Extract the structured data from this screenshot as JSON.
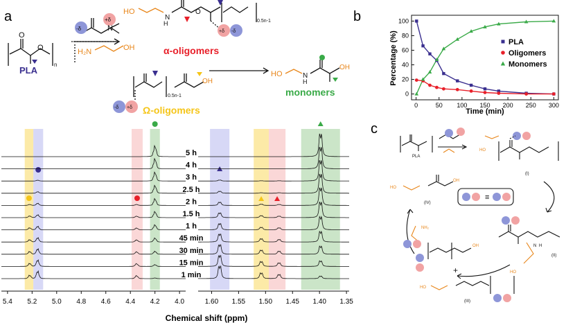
{
  "panels": {
    "a": "a",
    "b": "b",
    "c": "c"
  },
  "scheme_a": {
    "pla": "PLA",
    "alpha": "α-oligomers",
    "omega": "Ω-oligomers",
    "monomers": "monomers",
    "h2n": "H₂N",
    "oh": "OH",
    "ho": "HO",
    "n": "N",
    "h": "H",
    "o": "O",
    "sub_n": "n",
    "sub_05n1": "0.5n-1",
    "neg": "-δ",
    "pos": "+δ"
  },
  "chart_data": [
    {
      "type": "scatter",
      "xlabel": "Time (min)",
      "ylabel": "Percentage (%)",
      "xlim": [
        -10,
        310
      ],
      "ylim": [
        -8,
        108
      ],
      "xticks": [
        0,
        50,
        100,
        150,
        200,
        250,
        300
      ],
      "yticks": [
        0,
        20,
        40,
        60,
        80,
        100
      ],
      "legend_position": "right",
      "series": [
        {
          "name": "PLA",
          "color": "#3a2f8f",
          "marker": "square",
          "x": [
            1,
            15,
            30,
            45,
            60,
            90,
            120,
            150,
            180,
            240,
            300
          ],
          "y": [
            100,
            66,
            55,
            46,
            28,
            18,
            12,
            7,
            4,
            1,
            0
          ]
        },
        {
          "name": "Oligomers",
          "color": "#e8202a",
          "marker": "circle",
          "x": [
            1,
            15,
            30,
            45,
            60,
            90,
            120,
            150,
            180,
            240,
            300
          ],
          "y": [
            19,
            18,
            12,
            9,
            7,
            6,
            4,
            2,
            1,
            0,
            0
          ]
        },
        {
          "name": "Monomers",
          "color": "#3aaa48",
          "marker": "triangle",
          "x": [
            1,
            15,
            30,
            45,
            60,
            90,
            120,
            150,
            180,
            240,
            300
          ],
          "y": [
            0,
            20,
            30,
            47,
            62,
            75,
            86,
            92,
            96,
            99,
            100
          ]
        }
      ]
    },
    {
      "type": "line",
      "xlabel": "Chemical shift (ppm)",
      "left_axis": {
        "xlim": [
          5.45,
          3.95
        ],
        "xticks": [
          5.4,
          5.2,
          5.0,
          4.8,
          4.6,
          4.4,
          4.2,
          4.0
        ]
      },
      "right_axis": {
        "xlim": [
          1.625,
          1.345
        ],
        "xticks": [
          1.6,
          1.55,
          1.5,
          1.45,
          1.4,
          1.35
        ]
      },
      "series_labels": [
        "5 h",
        "4 h",
        "3 h",
        "2.5 h",
        "2 h",
        "1.5 h",
        "1 h",
        "45 min",
        "30 min",
        "15 min",
        "1 min"
      ],
      "left_peaks": [
        {
          "center": 5.22,
          "mult": 4,
          "amps": [
            0,
            0,
            0,
            0,
            0.3,
            0.5,
            0.6,
            0.7,
            0.8,
            0.9,
            1.0
          ]
        },
        {
          "center": 5.155,
          "mult": 4,
          "amps": [
            0,
            0.05,
            0.25,
            0.45,
            0.65,
            0.85,
            1.05,
            1.3,
            1.6,
            1.9,
            2.2
          ]
        },
        {
          "center": 4.35,
          "mult": 4,
          "amps": [
            0,
            0,
            0,
            0,
            0.3,
            0.45,
            0.55,
            0.65,
            0.75,
            0.85,
            0.9
          ]
        },
        {
          "center": 4.2,
          "mult": 4,
          "amps": [
            3.2,
            3.0,
            2.6,
            2.3,
            2.0,
            1.8,
            1.5,
            1.2,
            0.9,
            0.55,
            0.2
          ]
        }
      ],
      "right_peaks": [
        {
          "center": 1.585,
          "mult": 2,
          "amps": [
            0,
            0.1,
            0.4,
            0.8,
            1.3,
            1.9,
            2.5,
            3.2,
            3.8,
            4.4,
            5.0
          ]
        },
        {
          "center": 1.508,
          "mult": 2,
          "amps": [
            0,
            0,
            0.1,
            0.2,
            0.5,
            0.8,
            1.0,
            1.3,
            1.6,
            1.9,
            2.2
          ]
        },
        {
          "center": 1.475,
          "mult": 2,
          "amps": [
            0,
            0,
            0.1,
            0.2,
            0.4,
            0.6,
            0.8,
            1.0,
            1.2,
            1.4,
            1.6
          ]
        },
        {
          "center": 1.398,
          "mult": 2,
          "amps": [
            9.0,
            8.6,
            8.2,
            7.6,
            7.0,
            6.2,
            5.2,
            4.2,
            3.2,
            2.2,
            1.0
          ]
        }
      ],
      "highlights": [
        {
          "side": "left",
          "from": 5.26,
          "to": 5.19,
          "color": "#fbe38a",
          "marker": "circle",
          "marker_color": "#f5c518"
        },
        {
          "side": "left",
          "from": 5.19,
          "to": 5.11,
          "color": "#c9cbf3",
          "marker": "circle",
          "marker_color": "#3a2f8f"
        },
        {
          "side": "left",
          "from": 4.39,
          "to": 4.3,
          "color": "#f8c9c9",
          "marker": "circle",
          "marker_color": "#e8202a"
        },
        {
          "side": "left",
          "from": 4.24,
          "to": 4.16,
          "color": "#b9dcb5",
          "marker": "circle",
          "marker_color": "#3aaa48"
        },
        {
          "side": "right",
          "from": 1.603,
          "to": 1.567,
          "color": "#c9cbf3",
          "marker": "triangle",
          "marker_color": "#3a2f8f"
        },
        {
          "side": "right",
          "from": 1.522,
          "to": 1.494,
          "color": "#fbe38a",
          "marker": "triangle",
          "marker_color": "#f5c518"
        },
        {
          "side": "right",
          "from": 1.494,
          "to": 1.463,
          "color": "#f8c9c9",
          "marker": "triangle",
          "marker_color": "#e8202a"
        },
        {
          "side": "right",
          "from": 1.434,
          "to": 1.362,
          "color": "#b9dcb5",
          "marker": "triangle",
          "marker_color": "#3aaa48"
        }
      ]
    }
  ],
  "scheme_c": {
    "pla": "PLA",
    "roman": [
      "(I)",
      "(II)",
      "(III)",
      "(IV)"
    ],
    "plus": "+",
    "equiv": "≡",
    "nh2": "NH₂",
    "ho": "HO",
    "oh": "OH",
    "h": "H",
    "n": "N"
  },
  "colors": {
    "navy": "#3a2f8f",
    "red": "#e8202a",
    "green": "#3aaa48",
    "yellow": "#f5c518",
    "orange": "#e8861a",
    "ion_blue": "#8e96d8",
    "ion_red": "#f1a3a3"
  }
}
